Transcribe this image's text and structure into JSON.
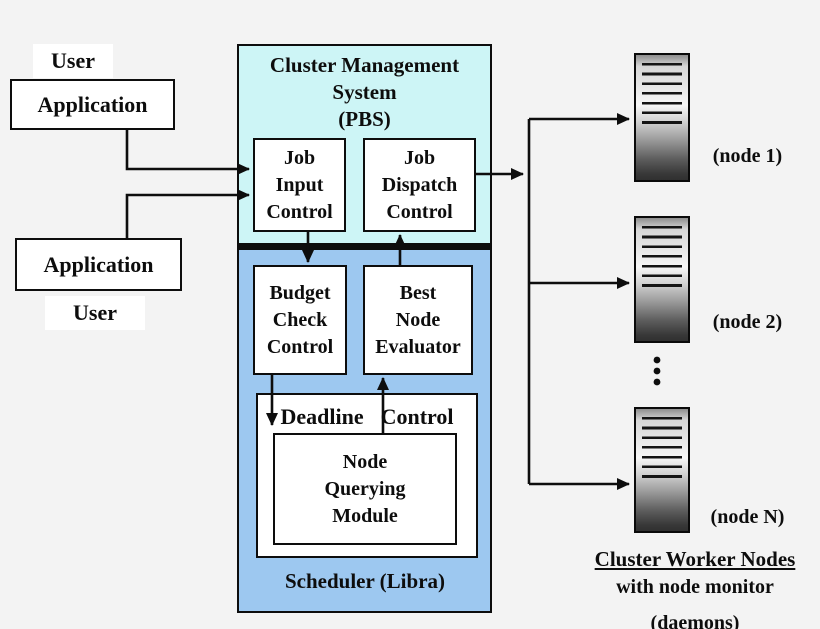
{
  "colors": {
    "background": "#f3f3f3",
    "pbs_fill": "#cdf5f6",
    "scheduler_fill": "#9dc8f0",
    "line_color": "#0d0d0d"
  },
  "left_panel": {
    "user_top": "User",
    "application_top": "Application",
    "application_bottom": "Application",
    "user_bottom": "User"
  },
  "pbs": {
    "title": [
      "Cluster Management",
      "System",
      "(PBS)"
    ],
    "job_input_control": [
      "Job",
      "Input",
      "Control"
    ],
    "job_dispatch_control": [
      "Job",
      "Dispatch",
      "Control"
    ]
  },
  "scheduler": {
    "budget_check_control": [
      "Budget",
      "Check",
      "Control"
    ],
    "best_node_evaluator": [
      "Best",
      "Node",
      "Evaluator"
    ],
    "deadline_control": [
      "Deadline",
      "Control"
    ],
    "node_querying_module": [
      "Node",
      "Querying",
      "Module"
    ],
    "label": "Scheduler (Libra)"
  },
  "worker_nodes": {
    "node1_label": "(node 1)",
    "node2_label": "(node 2)",
    "nodeN_label": "(node N)",
    "caption_title": "Cluster Worker Nodes",
    "caption_line2": "with node monitor",
    "caption_line3": "(daemons)"
  }
}
